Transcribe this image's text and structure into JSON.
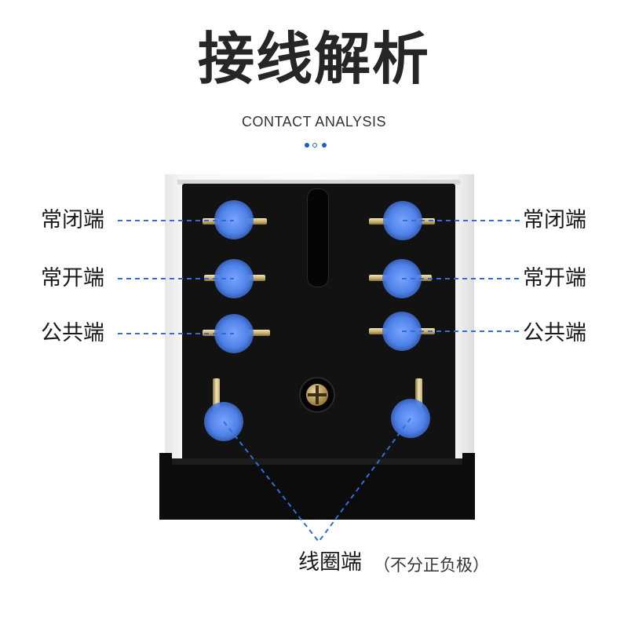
{
  "header": {
    "title": "接线解析",
    "subtitle": "CONTACT ANALYSIS"
  },
  "labels": {
    "nc_left": "常闭端",
    "nc_right": "常闭端",
    "no_left": "常开端",
    "no_right": "常开端",
    "com_left": "公共端",
    "com_right": "公共端",
    "coil": "线圈端",
    "coil_note": "（不分正负极）"
  },
  "colors": {
    "accent": "#1e5cc8",
    "marker": "#4f82e8",
    "leader": "#2f6fd6",
    "relay_body": "#121212",
    "pin": "#c9b170"
  },
  "icons": {
    "terminal_marker": "blue-dot",
    "screw": "phillips-screw"
  }
}
